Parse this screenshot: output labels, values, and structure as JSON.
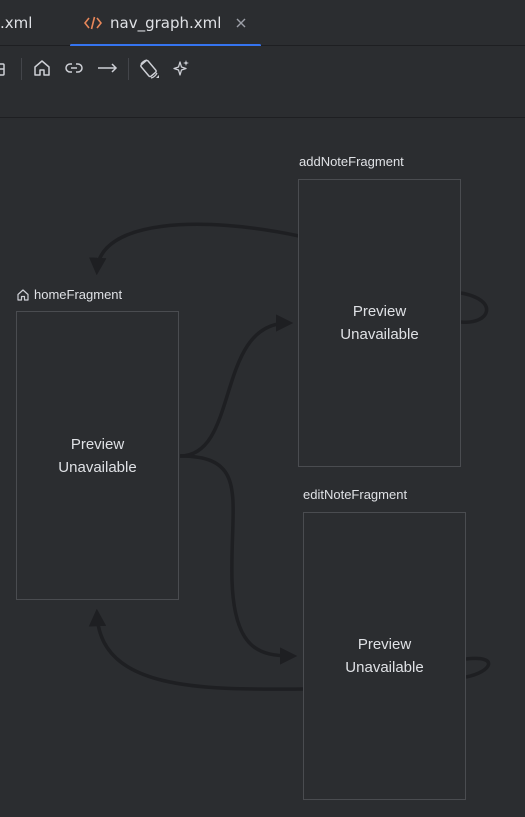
{
  "tabs": [
    {
      "label": ".xml",
      "active": false
    },
    {
      "label": "nav_graph.xml",
      "active": true
    }
  ],
  "toolbar": {
    "icons": [
      "device-icon",
      "home-icon",
      "link-icon",
      "arrow-right-icon",
      "rotate-icon",
      "sparkle-icon"
    ]
  },
  "fragments": {
    "home": {
      "name": "homeFragment",
      "preview_line1": "Preview",
      "preview_line2": "Unavailable",
      "start_destination": true
    },
    "add_note": {
      "name": "addNoteFragment",
      "preview_line1": "Preview",
      "preview_line2": "Unavailable"
    },
    "edit_note": {
      "name": "editNoteFragment",
      "preview_line1": "Preview",
      "preview_line2": "Unavailable"
    }
  },
  "colors": {
    "accent": "#3574f0",
    "xml_icon": "#e8875a",
    "arrow": "#1e1f22"
  }
}
